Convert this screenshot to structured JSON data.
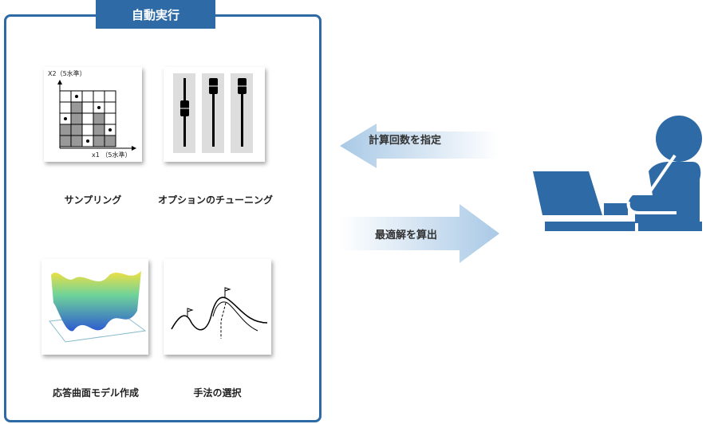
{
  "frame": {
    "title": "自動実行"
  },
  "steps": [
    {
      "label": "サンプリング",
      "axis_y": "X2（5水準）",
      "axis_x": "x1 （5水準）"
    },
    {
      "label": "オプションのチューニング"
    },
    {
      "label": "応答曲面モデル作成"
    },
    {
      "label": "手法の選択"
    }
  ],
  "arrows": {
    "to_system": "計算回数を指定",
    "to_user": "最適解を算出"
  },
  "colors": {
    "primary": "#2e6aa5",
    "arrow": "#b9d3ea"
  }
}
